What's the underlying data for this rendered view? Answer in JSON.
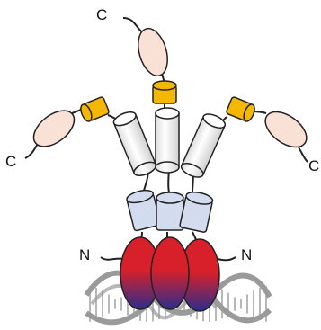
{
  "labels": {
    "c_top": "C",
    "c_left": "C",
    "c_right": "C",
    "n_left": "N",
    "n_right": "N"
  },
  "colors": {
    "c_domain_fill": "#f9e1d6",
    "linker_fill": "#f5b800",
    "helix_fill": "#f4f4f4",
    "middle_domain_fill": "#d3dbee",
    "dna_binding_top": "#d8202a",
    "dna_binding_bottom": "#2b2d8c",
    "dna_strand": "#9a9a9a",
    "line": "#222222"
  }
}
